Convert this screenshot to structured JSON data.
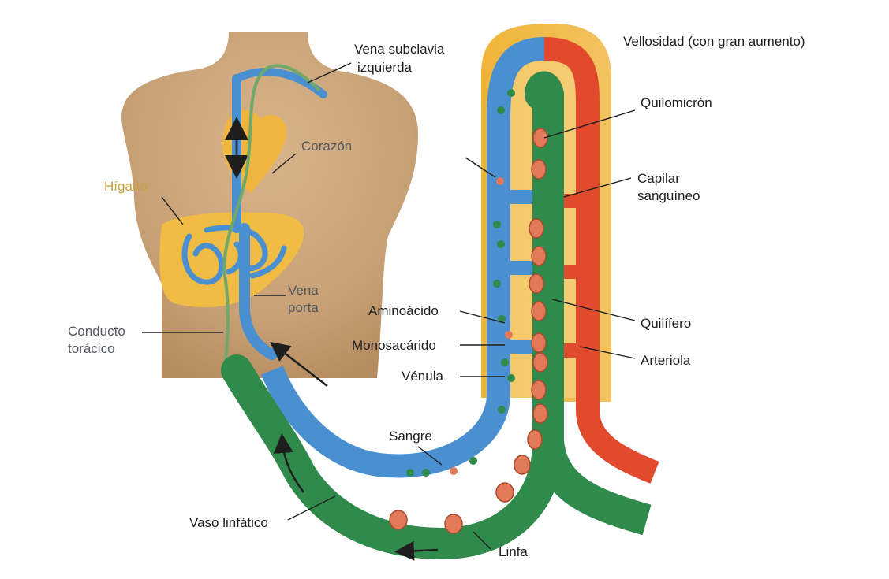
{
  "diagram": {
    "title": "Vellosidad (con gran aumento)",
    "labels": {
      "vena_subclavia_line1": "Vena subclavia",
      "vena_subclavia_line2": "izquierda",
      "corazon": "Corazón",
      "higado": "Hígado",
      "vena_porta_line1": "Vena",
      "vena_porta_line2": "porta",
      "conducto_toracico_line1": "Conducto",
      "conducto_toracico_line2": "torácico",
      "quilomicron": "Quilomicrón",
      "capilar_line1": "Capilar",
      "capilar_line2": "sanguíneo",
      "quilifero": "Quilífero",
      "arteriola": "Arteriola",
      "aminoacido": "Aminoácido",
      "monosacarido": "Monosacárido",
      "venula": "Vénula",
      "sangre": "Sangre",
      "vaso_linfatico": "Vaso linfático",
      "linfa": "Linfa"
    },
    "colors": {
      "skin": "#caa37a",
      "liver": "#f1bc43",
      "blood_vein": "#4a8fd0",
      "lymph": "#2f8a4c",
      "artery": "#e24a2e",
      "villus": "#eab33c",
      "chylomicron": "#e27a5a"
    }
  }
}
